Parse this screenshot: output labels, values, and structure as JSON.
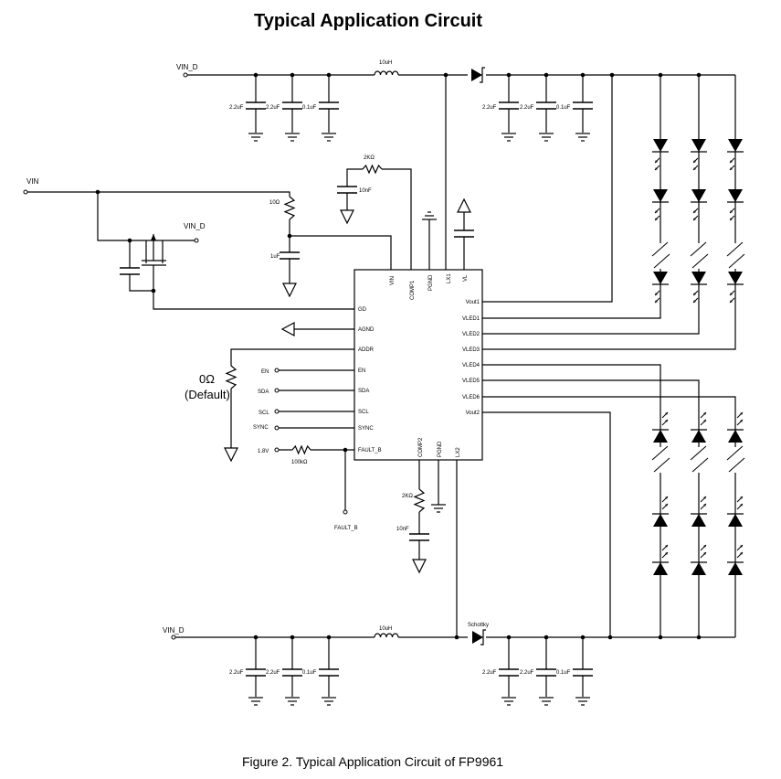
{
  "title": "Typical Application Circuit",
  "caption": "Figure 2. Typical Application Circuit of FP9961",
  "ic": {
    "top_pins": [
      "VIN",
      "COMP1",
      "PGND",
      "LX1",
      "VL"
    ],
    "left_pins": [
      "GD",
      "AGND",
      "ADDR",
      "EN",
      "SDA",
      "SCL",
      "SYNC",
      "FAULT_B"
    ],
    "right_pins": [
      "Vout1",
      "VLED1",
      "VLED2",
      "VLED3",
      "VLED4",
      "VLED5",
      "VLED6",
      "Vout2"
    ],
    "bottom_pins": [
      "COMP2",
      "PGND",
      "LX2"
    ]
  },
  "top_stage": {
    "input": "VIN_D",
    "in_caps": [
      "2.2uF",
      "2.2uF",
      "0.1uF"
    ],
    "inductor": "10uH",
    "out_caps": [
      "2.2uF",
      "2.2uF",
      "0.1uF"
    ]
  },
  "bottom_stage": {
    "input": "VIN_D",
    "in_caps": [
      "2.2uF",
      "2.2uF",
      "0.1uF"
    ],
    "inductor": "10uH",
    "diode": "Schottky",
    "out_caps": [
      "2.2uF",
      "2.2uF",
      "0.1uF"
    ]
  },
  "left": {
    "vin": "VIN",
    "vin_d": "VIN_D",
    "r_vin": "10Ω",
    "c_vin": "1uF",
    "r_comp1": "2KΩ",
    "c_comp1": "10nF",
    "addr_res": "0Ω",
    "addr_res_note": "(Default)",
    "en": "EN",
    "sda": "SDA",
    "scl": "SCL",
    "sync": "SYNC",
    "pullup_v": "1.8V",
    "pullup_r": "100kΩ",
    "fault": "FAULT_B",
    "r_comp2": "2KΩ",
    "c_comp2": "10nF"
  }
}
